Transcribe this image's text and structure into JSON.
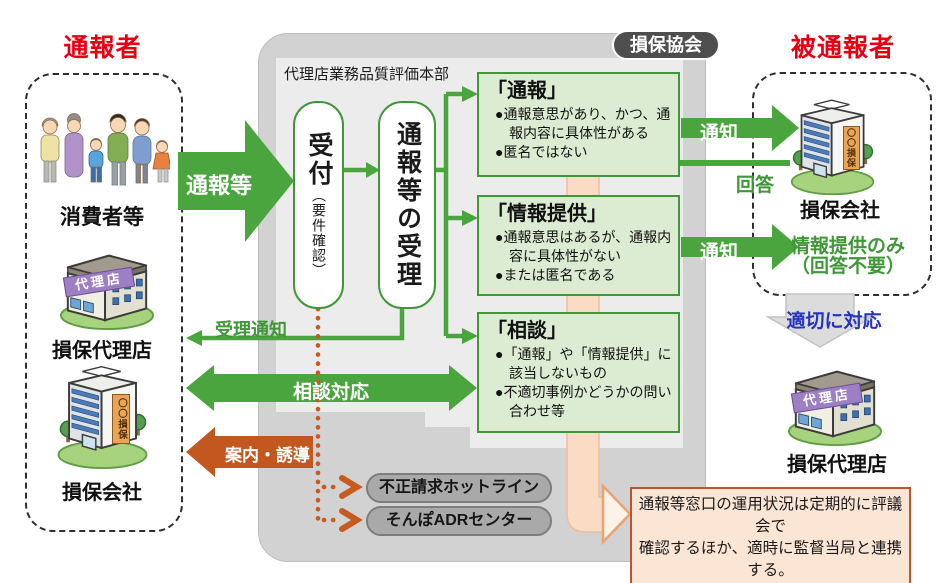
{
  "header": {
    "association_badge": "損保協会",
    "dept": "代理店業務品質評価本部"
  },
  "left_column": {
    "title": "通報者",
    "consumers_label": "消費者等",
    "agency_label": "損保代理店",
    "company_label": "損保会社"
  },
  "right_column": {
    "title": "被通報者",
    "company_label": "損保会社",
    "info_only_line1": "情報提供のみ",
    "info_only_line2": "（回答不要）",
    "respond_label": "適切に対応",
    "agency_label": "損保代理店"
  },
  "process": {
    "report_arrow": "通報等",
    "reception_main": "受付",
    "reception_sub": "（要件確認）",
    "acceptance": "通報等の受理"
  },
  "arrows": {
    "acceptance_notice": "受理通知",
    "consultation_support": "相談対応",
    "guidance": "案内・誘導",
    "notify1": "通知",
    "notify2": "通知",
    "reply": "回答"
  },
  "categories": [
    {
      "title": "「通報」",
      "bullets": [
        "●通報意思があり、かつ、通報内容に具体性がある",
        "●匿名ではない"
      ]
    },
    {
      "title": "「情報提供」",
      "bullets": [
        "●通報意思はあるが、通報内容に具体性がない",
        "●または匿名である"
      ]
    },
    {
      "title": "「相談」",
      "bullets": [
        "●「通報」や「情報提供」に該当しないもの",
        "●不適切事例かどうかの問い合わせ等"
      ]
    }
  ],
  "hotlines": {
    "fraud": "不正請求ホットライン",
    "adr": "そんぽADRセンター"
  },
  "note": {
    "line1": "通報等窓口の運用状況は定期的に評議会で",
    "line2": "確認するほか、適時に監督当局と連携する。"
  },
  "signs": {
    "agency": "代理店",
    "company": "〇〇損保"
  },
  "colors": {
    "green": "#4aa53f",
    "green_dark": "#3f9737",
    "green_fill": "#dcecd2",
    "red": "#e60012",
    "blue": "#2433c0",
    "orange": "#c2571f",
    "peach": "#f9dcc3",
    "note_border": "#c0532a",
    "panel_outer": "#d2d2d2",
    "panel_inner": "#ececec",
    "badge": "#4e4e4e",
    "pill_gray": "#a9a9a9"
  }
}
